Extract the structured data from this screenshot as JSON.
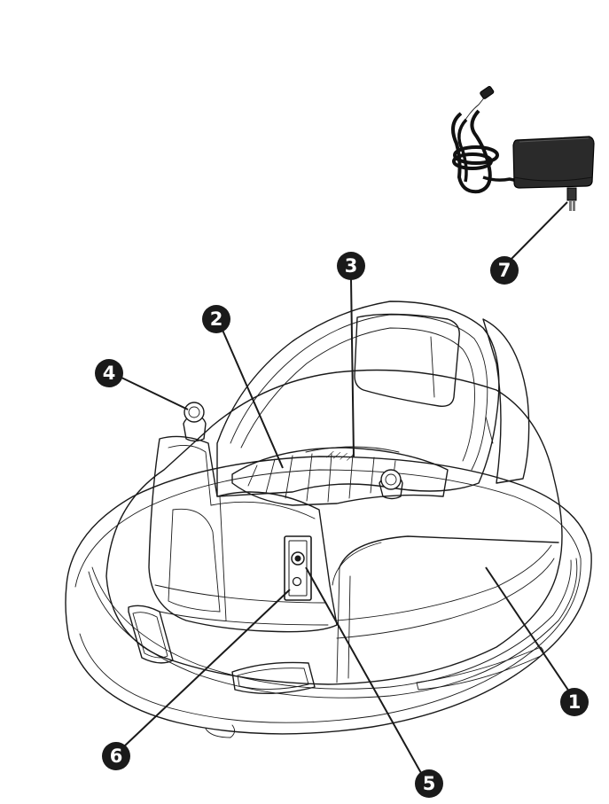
{
  "callouts": [
    {
      "id": "1",
      "label": "1"
    },
    {
      "id": "2",
      "label": "2"
    },
    {
      "id": "3",
      "label": "3"
    },
    {
      "id": "4",
      "label": "4"
    },
    {
      "id": "5",
      "label": "5"
    },
    {
      "id": "6",
      "label": "6"
    },
    {
      "id": "7",
      "label": "7"
    }
  ],
  "colors": {
    "ink": "#1a1a1a",
    "badge_text": "#ffffff",
    "adapter": "#1e1e1e"
  }
}
